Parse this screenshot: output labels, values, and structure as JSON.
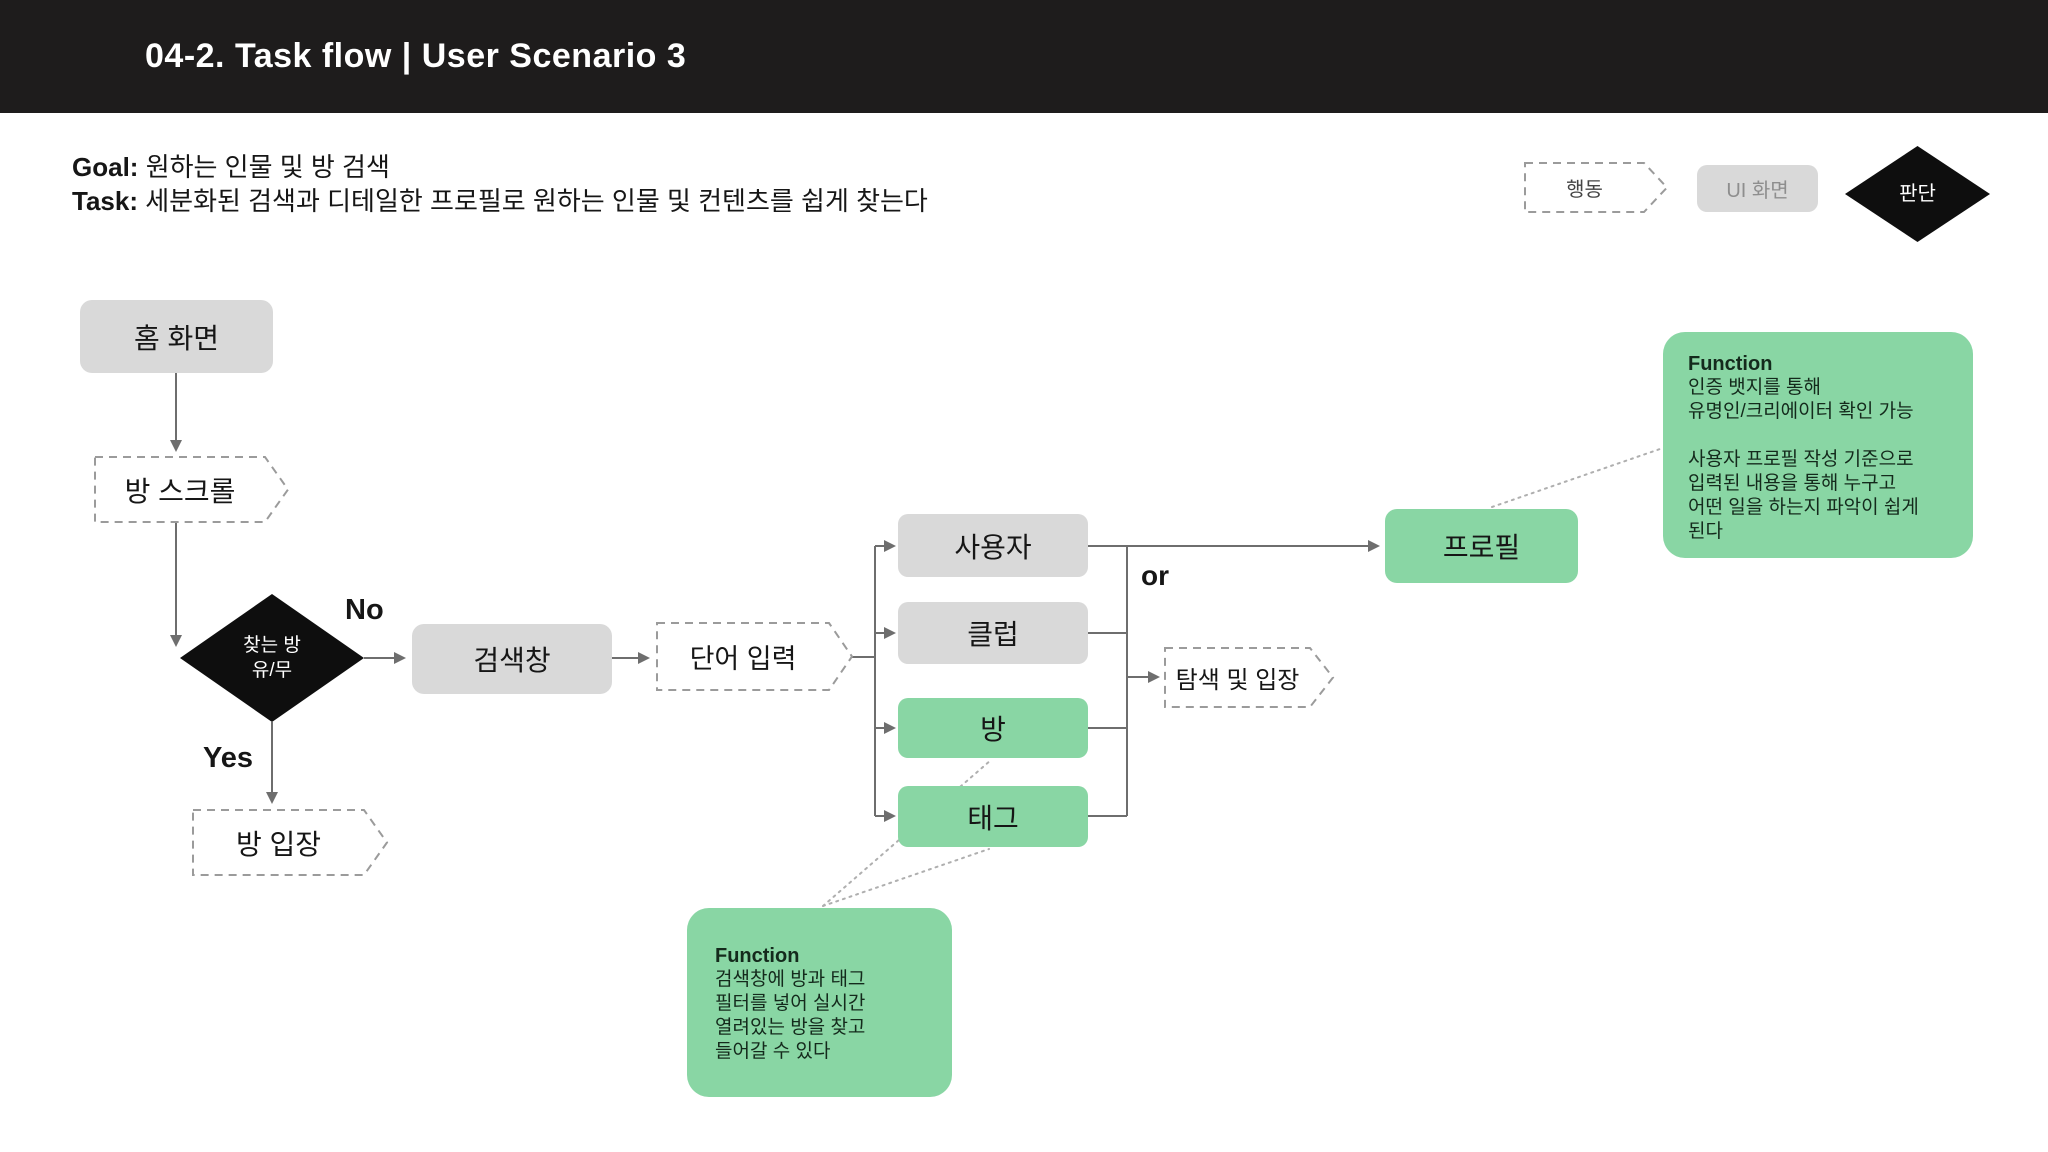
{
  "header": {
    "title": "04-2. Task flow | User Scenario 3"
  },
  "meta": {
    "goal_label": "Goal:",
    "goal_text": "원하는 인물 및 방 검색",
    "task_label": "Task:",
    "task_text": "세분화된 검색과 디테일한 프로필로 원하는 인물 및 컨텐츠를 쉽게 찾는다"
  },
  "legend": {
    "action": "행동",
    "ui_screen": "UI 화면",
    "decision": "판단"
  },
  "nodes": {
    "home": "홈 화면",
    "room_scroll": "방 스크롤",
    "decision_line1": "찾는 방",
    "decision_line2": "유/무",
    "no": "No",
    "yes": "Yes",
    "search_bar": "검색창",
    "room_enter": "방 입장",
    "word_input": "단어 입력",
    "user": "사용자",
    "club": "클럽",
    "room": "방",
    "tag": "태그",
    "or": "or",
    "profile": "프로필",
    "explore_enter": "탐색 및 입장"
  },
  "callouts": {
    "profile_fn": {
      "title": "Function",
      "lines": [
        "인증 뱃지를 통해",
        "유명인/크리에이터 확인 가능",
        "",
        "사용자 프로필 작성 기준으로",
        "입력된 내용을 통해 누구고",
        "어떤 일을 하는지 파악이 쉽게",
        "된다"
      ]
    },
    "search_fn": {
      "title": "Function",
      "lines": [
        "검색창에 방과 태그",
        "필터를 넣어 실시간",
        "열려있는 방을 찾고",
        "들어갈 수 있다"
      ]
    }
  },
  "colors": {
    "header_bg": "#1E1C1C",
    "box_gray": "#D9D9D9",
    "accent_green": "#89D6A4",
    "wire_gray": "#6E6E6E",
    "decision_black": "#0E0E0E"
  }
}
